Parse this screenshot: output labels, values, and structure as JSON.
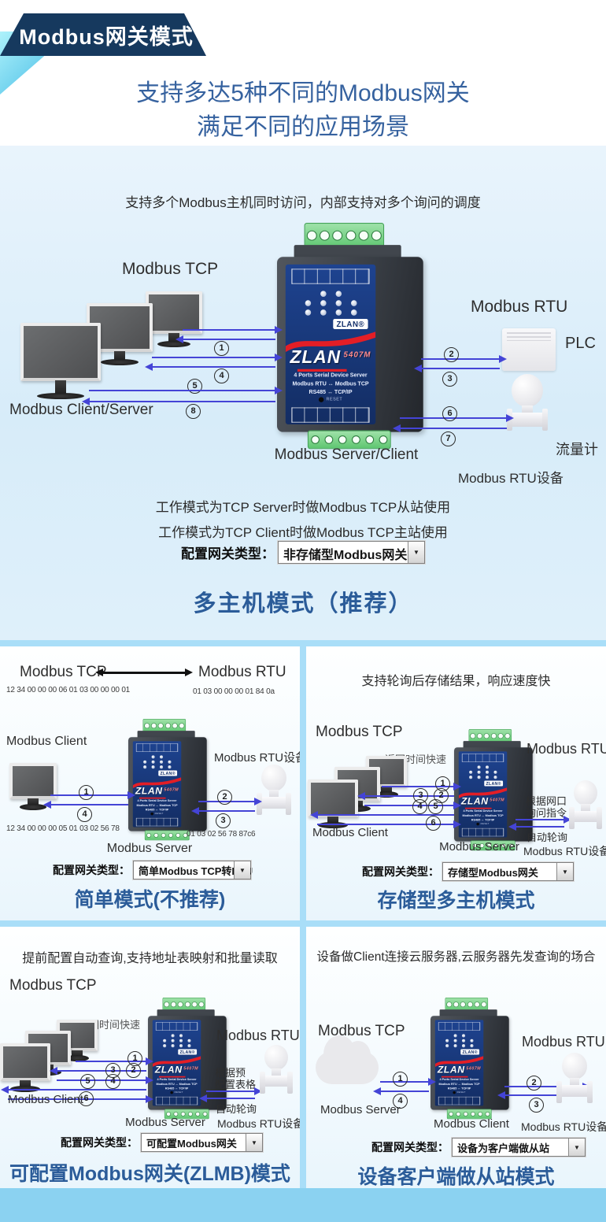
{
  "ui": {
    "dropdown_arrow": "▼"
  },
  "banner": {
    "title": "Modbus网关模式"
  },
  "header": {
    "line1": "支持多达5种不同的Modbus网关",
    "line2": "满足不同的应用场景"
  },
  "device": {
    "logo": "ZLAN®",
    "brand": "ZLAN",
    "model": "5407M",
    "desc1": "4 Ports Serial Device Server",
    "desc2": "Modbus RTU ↔ Modbus TCP",
    "desc3": "RS485 ↔ TCP/IP",
    "reset": "RESET"
  },
  "main": {
    "intro": "支持多个Modbus主机同时访问，内部支持对多个询问的调度",
    "tcp_label": "Modbus TCP",
    "client_caption": "Modbus Client/Server",
    "rtu_label": "Modbus RTU",
    "plc_label": "PLC",
    "flowmeter_label": "流量计",
    "rtu_device_label": "Modbus RTU设备",
    "server_caption": "Modbus Server/Client",
    "n1": "1",
    "n2": "2",
    "n3": "3",
    "n4": "4",
    "n5": "5",
    "n6": "6",
    "n7": "7",
    "n8": "8",
    "note1": "工作模式为TCP Server时做Modbus TCP从站使用",
    "note2": "工作模式为TCP Client时做Modbus TCP主站使用",
    "config_label": "配置网关类型：",
    "config_value": "非存储型Modbus网关",
    "section_title": "多主机模式（推荐）"
  },
  "q1": {
    "tcp_label": "Modbus TCP",
    "rtu_label": "Modbus RTU",
    "hex_tcp_query": "12 34 00 00 00 06 01 03 00 00 00 01",
    "hex_rtu_query": "01 03 00 00 00 01 84 0a",
    "client_label": "Modbus Client",
    "rtu_device_label": "Modbus RTU设备",
    "n1": "1",
    "n2": "2",
    "n3": "3",
    "n4": "4",
    "hex_tcp_resp": "12 34 00 00 00 05 01 03 02 56 78",
    "hex_rtu_resp": "01 03 02 56 78 87c6",
    "server_label": "Modbus Server",
    "config_label": "配置网关类型：",
    "config_value": "简单Modbus TCP转RTU",
    "title": "简单模式(不推荐)"
  },
  "q2": {
    "headline": "支持轮询后存储结果，响应速度快",
    "tcp_label": "Modbus TCP",
    "fast_note": "返回时间快速",
    "rtu_label": "Modbus RTU",
    "n1": "1",
    "n2": "2",
    "n3": "3",
    "n4": "4",
    "n5": "5",
    "n6": "6",
    "client_label": "Modbus Client",
    "server_label": "Modbus Server",
    "poll_note1": "根据网口",
    "poll_note2": "询问指令",
    "auto_note": "自动轮询",
    "rtu_device_label": "Modbus RTU设备",
    "config_label": "配置网关类型：",
    "config_value": "存储型Modbus网关",
    "title": "存储型多主机模式"
  },
  "q3": {
    "headline": "提前配置自动查询,支持地址表映射和批量读取",
    "tcp_label": "Modbus TCP",
    "fast_note": "返回时间快速",
    "rtu_label": "Modbus RTU",
    "n1": "1",
    "n2": "2",
    "n3": "3",
    "n4": "4",
    "n5": "5",
    "n6": "6",
    "client_label": "Modbus Client",
    "server_label": "Modbus Server",
    "poll_note1": "根据预",
    "poll_note2": "配置表格",
    "auto_note": "自动轮询",
    "rtu_device_label": "Modbus RTU设备",
    "config_label": "配置网关类型：",
    "config_value": "可配置Modbus网关",
    "title": "可配置Modbus网关(ZLMB)模式"
  },
  "q4": {
    "headline": "设备做Client连接云服务器,云服务器先发查询的场合",
    "tcp_label": "Modbus TCP",
    "rtu_label": "Modbus RTU",
    "server_label": "Modbus Server",
    "client_label": "Modbus Client",
    "n1": "1",
    "n2": "2",
    "n3": "3",
    "n4": "4",
    "rtu_device_label": "Modbus RTU设备",
    "config_label": "配置网关类型：",
    "config_value": "设备为客户端做从站",
    "title": "设备客户端做从站模式"
  }
}
